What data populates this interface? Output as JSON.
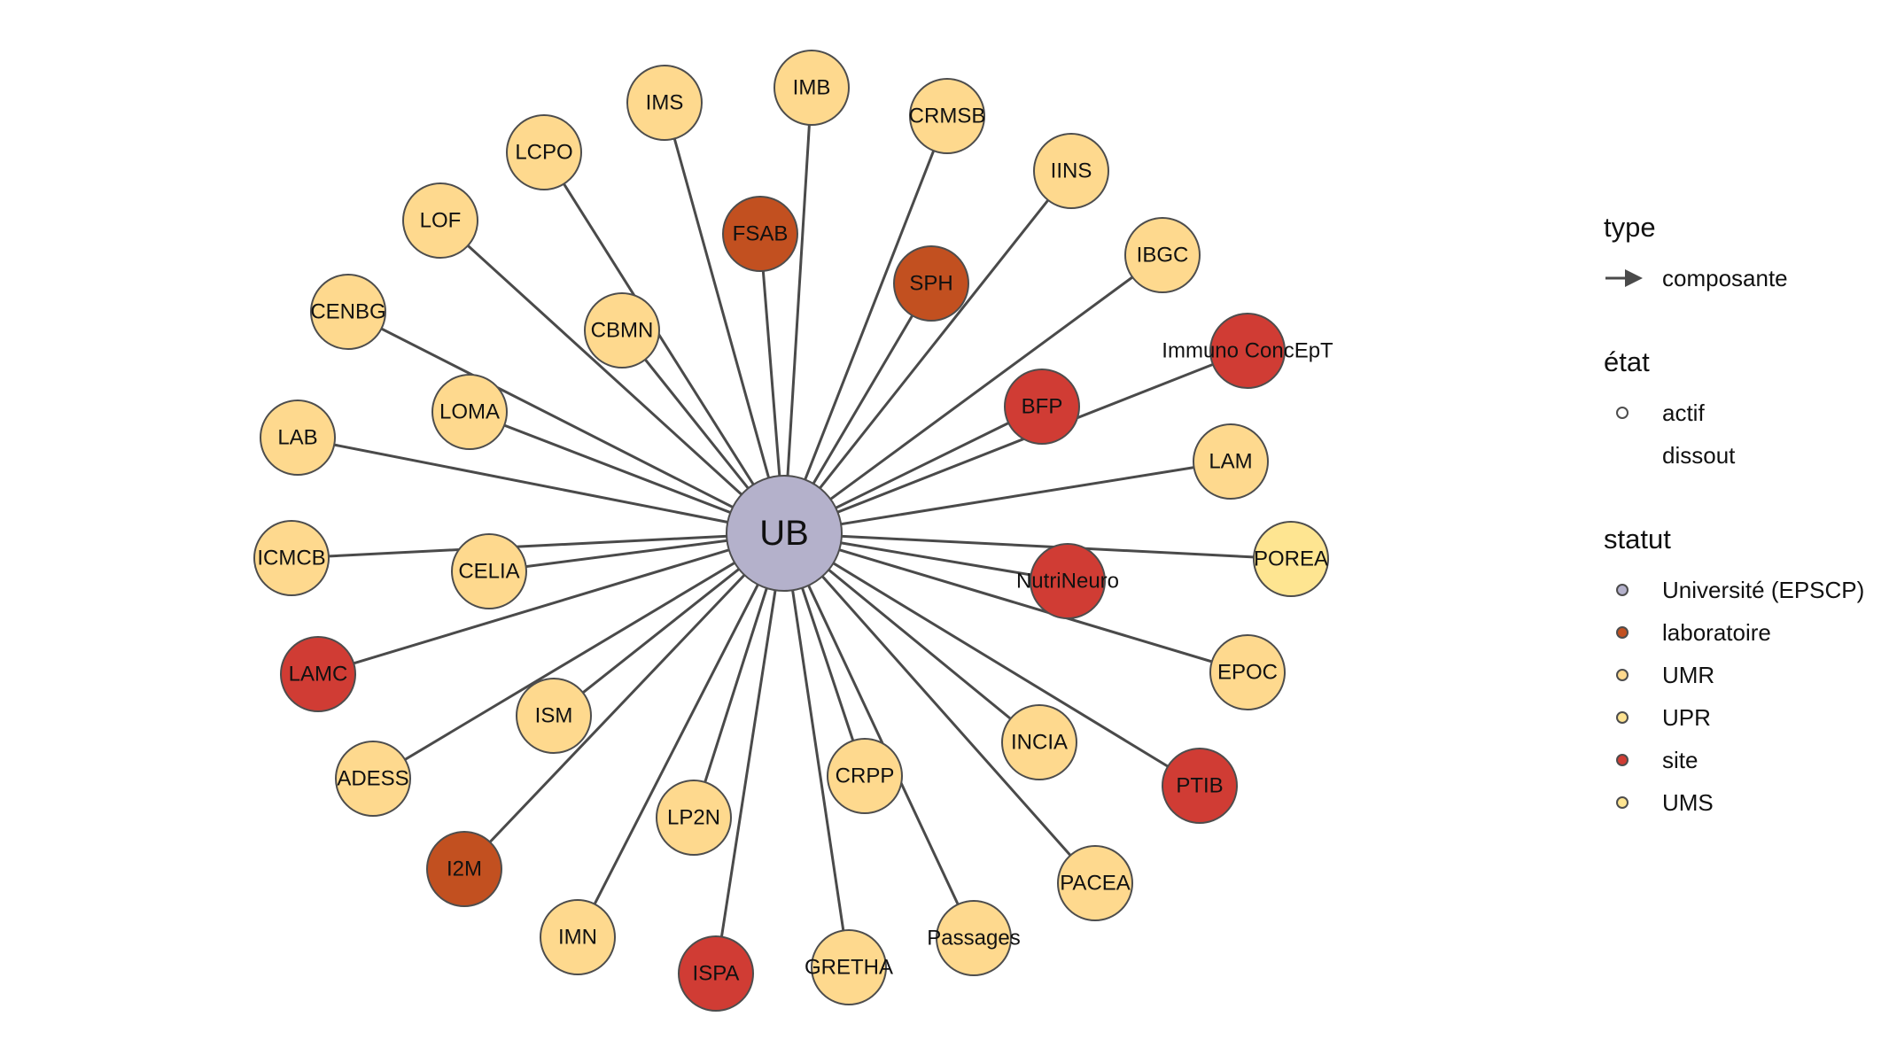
{
  "graph": {
    "center": {
      "label": "UB",
      "statut": "Université (EPSCP)"
    },
    "nodes": [
      {
        "label": "IMB",
        "statut": "UMR",
        "etat": "actif"
      },
      {
        "label": "IMS",
        "statut": "UMR",
        "etat": "actif"
      },
      {
        "label": "CRMSB",
        "statut": "UMR",
        "etat": "actif"
      },
      {
        "label": "LCPO",
        "statut": "UMR",
        "etat": "actif"
      },
      {
        "label": "IINS",
        "statut": "UMR",
        "etat": "actif"
      },
      {
        "label": "FSAB",
        "statut": "laboratoire",
        "etat": "actif"
      },
      {
        "label": "LOF",
        "statut": "UMR",
        "etat": "actif"
      },
      {
        "label": "IBGC",
        "statut": "UMR",
        "etat": "actif"
      },
      {
        "label": "SPH",
        "statut": "laboratoire",
        "etat": "actif"
      },
      {
        "label": "CENBG",
        "statut": "UMR",
        "etat": "actif"
      },
      {
        "label": "CBMN",
        "statut": "UMR",
        "etat": "actif"
      },
      {
        "label": "Immuno ConcEpT",
        "statut": "site",
        "etat": "actif"
      },
      {
        "label": "BFP",
        "statut": "site",
        "etat": "actif"
      },
      {
        "label": "LOMA",
        "statut": "UMR",
        "etat": "actif"
      },
      {
        "label": "LAB",
        "statut": "UMR",
        "etat": "actif"
      },
      {
        "label": "LAM",
        "statut": "UMR",
        "etat": "actif"
      },
      {
        "label": "ICMCB",
        "statut": "UMR",
        "etat": "actif"
      },
      {
        "label": "POREA",
        "statut": "UMS",
        "etat": "actif"
      },
      {
        "label": "CELIA",
        "statut": "UMR",
        "etat": "actif"
      },
      {
        "label": "NutriNeuro",
        "statut": "site",
        "etat": "actif"
      },
      {
        "label": "EPOC",
        "statut": "UMR",
        "etat": "actif"
      },
      {
        "label": "LAMC",
        "statut": "site",
        "etat": "actif"
      },
      {
        "label": "ISM",
        "statut": "UMR",
        "etat": "actif"
      },
      {
        "label": "INCIA",
        "statut": "UMR",
        "etat": "actif"
      },
      {
        "label": "CRPP",
        "statut": "UMR",
        "etat": "actif"
      },
      {
        "label": "ADESS",
        "statut": "UMR",
        "etat": "dissout"
      },
      {
        "label": "PTIB",
        "statut": "site",
        "etat": "actif"
      },
      {
        "label": "LP2N",
        "statut": "UMR",
        "etat": "actif"
      },
      {
        "label": "I2M",
        "statut": "laboratoire",
        "etat": "actif"
      },
      {
        "label": "PACEA",
        "statut": "UMR",
        "etat": "actif"
      },
      {
        "label": "IMN",
        "statut": "UMR",
        "etat": "actif"
      },
      {
        "label": "Passages",
        "statut": "UMR",
        "etat": "actif"
      },
      {
        "label": "ISPA",
        "statut": "site",
        "etat": "actif"
      },
      {
        "label": "GRETHA",
        "statut": "UMR",
        "etat": "actif"
      }
    ],
    "edges_type": "composante"
  },
  "colors": {
    "Université (EPSCP)": "#b4b1cb",
    "laboratoire": "#c25020",
    "UMR": "#fed98e",
    "UPR": "#fee391",
    "site": "#d03c34",
    "UMS": "#fee591",
    "edge": "#4a4a4a"
  },
  "legend": {
    "type": {
      "title": "type",
      "items": [
        {
          "label": "composante",
          "icon": "arrow-icon"
        }
      ]
    },
    "etat": {
      "title": "état",
      "items": [
        {
          "label": "actif",
          "icon": "outlined-circle"
        },
        {
          "label": "dissout",
          "icon": "no-outline-circle"
        }
      ]
    },
    "statut": {
      "title": "statut",
      "items": [
        {
          "label": "Université (EPSCP)",
          "color": "#b4b1cb"
        },
        {
          "label": "laboratoire",
          "color": "#c25020"
        },
        {
          "label": "UMR",
          "color": "#fed98e"
        },
        {
          "label": "UPR",
          "color": "#fee391"
        },
        {
          "label": "site",
          "color": "#d03c34"
        },
        {
          "label": "UMS",
          "color": "#fee591"
        }
      ]
    }
  }
}
